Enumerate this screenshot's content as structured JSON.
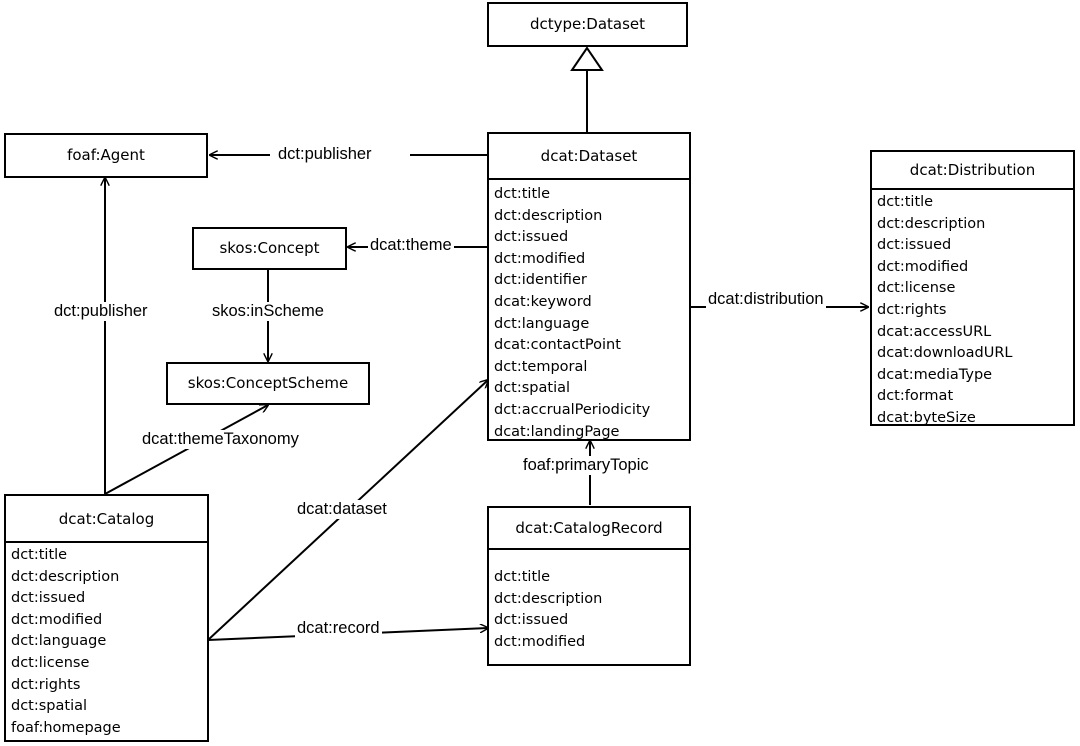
{
  "classes": {
    "dctype_dataset": {
      "name": "dctype:Dataset"
    },
    "foaf_agent": {
      "name": "foaf:Agent"
    },
    "skos_concept": {
      "name": "skos:Concept"
    },
    "skos_concept_scheme": {
      "name": "skos:ConceptScheme"
    },
    "dcat_dataset": {
      "name": "dcat:Dataset",
      "attributes": [
        "dct:title",
        "dct:description",
        "dct:issued",
        "dct:modified",
        "dct:identifier",
        "dcat:keyword",
        "dct:language",
        "dcat:contactPoint",
        "dct:temporal",
        "dct:spatial",
        "dct:accrualPeriodicity",
        "dcat:landingPage"
      ]
    },
    "dcat_distribution": {
      "name": "dcat:Distribution",
      "attributes": [
        "dct:title",
        "dct:description",
        "dct:issued",
        "dct:modified",
        "dct:license",
        "dct:rights",
        "dcat:accessURL",
        "dcat:downloadURL",
        "dcat:mediaType",
        "dct:format",
        "dcat:byteSize"
      ]
    },
    "dcat_catalog": {
      "name": "dcat:Catalog",
      "attributes": [
        "dct:title",
        "dct:description",
        "dct:issued",
        "dct:modified",
        "dct:language",
        "dct:license",
        "dct:rights",
        "dct:spatial",
        "foaf:homepage"
      ]
    },
    "dcat_catalog_record": {
      "name": "dcat:CatalogRecord",
      "attributes": [
        "dct:title",
        "dct:description",
        "dct:issued",
        "dct:modified"
      ]
    }
  },
  "edges": {
    "dataset_publisher": "dct:publisher",
    "catalog_publisher": "dct:publisher",
    "theme": "dcat:theme",
    "in_scheme": "skos:inScheme",
    "theme_taxonomy": "dcat:themeTaxonomy",
    "distribution": "dcat:distribution",
    "dataset": "dcat:dataset",
    "record": "dcat:record",
    "primary_topic": "foaf:primaryTopic"
  }
}
